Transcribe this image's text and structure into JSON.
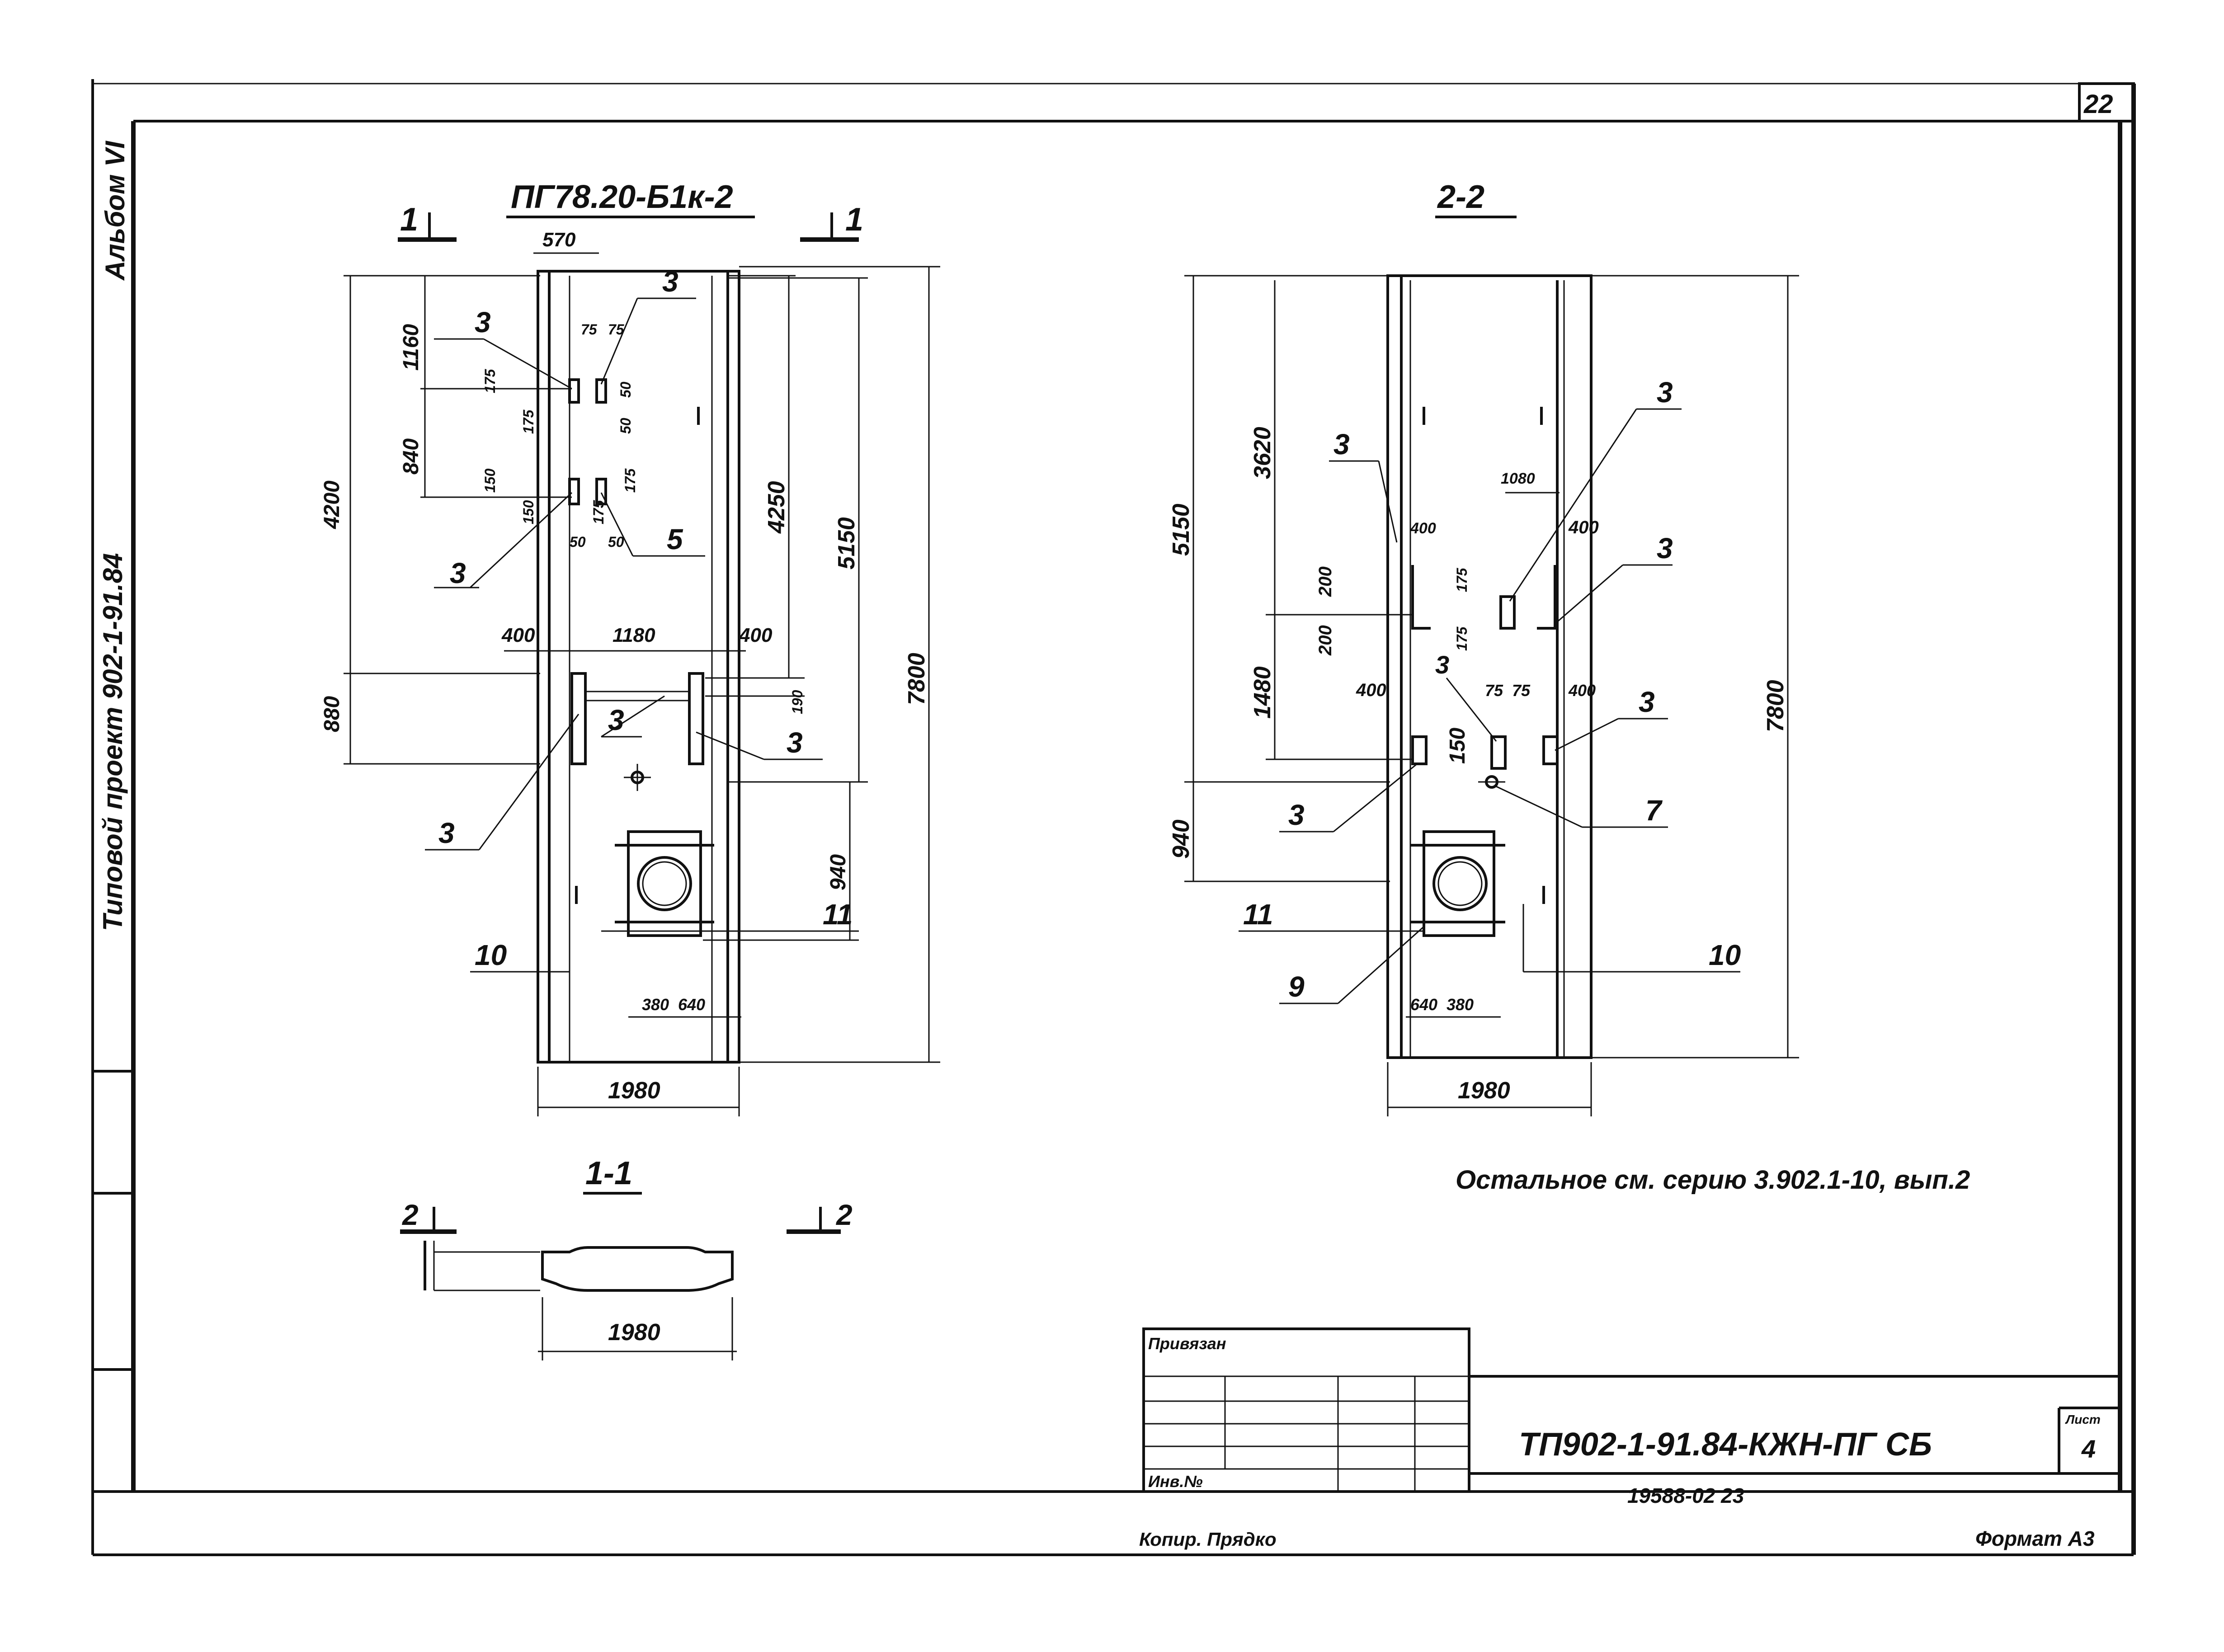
{
  "sheet": {
    "sheet_number_top": "22",
    "left_margin": {
      "album": "Альбом VI",
      "project": "Типовой проект 902-1-91.84"
    },
    "note": "Остальное см. серию 3.902.1-10, вып.2",
    "copied_by": "Копир. Прядко",
    "format": "Формат А3",
    "inventory": "19588-02  23"
  },
  "title_block": {
    "bound_label": "Привязан",
    "inv_label": "Инв.№",
    "code": "ТП902-1-91.84-КЖН-ПГ СБ",
    "list_label": "Лист",
    "list_value": "4"
  },
  "view_main": {
    "title": "ПГ78.20-Б1к-2",
    "section_mark_left": "1",
    "section_mark_right": "1",
    "dims": {
      "d570": "570",
      "d1160": "1160",
      "d840": "840",
      "d4200": "4200",
      "d4250": "4250",
      "d5150": "5150",
      "d7800": "7800",
      "d880": "880",
      "d400a": "400",
      "d1180": "1180",
      "d400b": "400",
      "d190": "190",
      "d940": "940",
      "d1980": "1980",
      "d380": "380",
      "d640": "640",
      "d175a": "175",
      "d175b": "175",
      "d150a": "150",
      "d150b": "150",
      "d175c": "175",
      "d175d": "175",
      "d50a": "50",
      "d50b": "50",
      "d75a": "75",
      "d75b": "75",
      "d50c": "50",
      "d50d": "50"
    },
    "callouts": [
      "3",
      "3",
      "3",
      "5",
      "3",
      "3",
      "3",
      "10",
      "11"
    ]
  },
  "view_section_22": {
    "title": "2-2",
    "dims": {
      "d3620": "3620",
      "d5150": "5150",
      "d1480": "1480",
      "d940": "940",
      "d7800": "7800",
      "d1980": "1980",
      "d1080": "1080",
      "d400a": "400",
      "d400b": "400",
      "d400c": "400",
      "d400d": "400",
      "d200a": "200",
      "d200b": "200",
      "d175a": "175",
      "d175b": "175",
      "d75a": "75",
      "d75b": "75",
      "d150": "150",
      "d640": "640",
      "d380": "380"
    },
    "callouts": [
      "3",
      "3",
      "3",
      "3",
      "3",
      "3",
      "7",
      "11",
      "9",
      "10"
    ]
  },
  "view_section_11": {
    "title": "1-1",
    "section_mark_left": "2",
    "section_mark_right": "2",
    "dim_width": "1980"
  }
}
